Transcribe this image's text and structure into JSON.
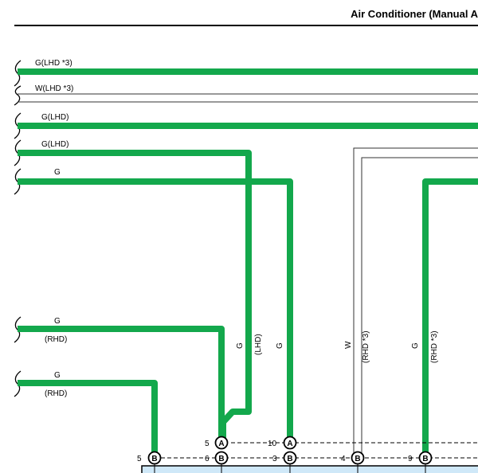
{
  "header": {
    "title": "Air Conditioner (Manual A"
  },
  "colors": {
    "green_wire": "#13a84c",
    "thin_wire": "#333333",
    "component_fill": "#cfe8f8"
  },
  "wires": {
    "w1": "G(LHD *3)",
    "w2": "W(LHD *3)",
    "w3": "G(LHD)",
    "w4": "G(LHD)",
    "w5": "G",
    "w6": "G",
    "w6_sub": "(RHD)",
    "w7": "G",
    "w7_sub": "(RHD)",
    "v_g_lhd": "G",
    "v_g_lhd_sub": "(LHD)",
    "v_g": "G",
    "v_w": "W",
    "v_w_sub": "(RHD *3)",
    "v_g_rhd": "G",
    "v_g_rhd_sub": "(RHD *3)"
  },
  "connectors": {
    "a_row": [
      {
        "pin": "5",
        "id": "A"
      },
      {
        "pin": "10",
        "id": "A"
      }
    ],
    "b_row": [
      {
        "pin": "5",
        "id": "B"
      },
      {
        "pin": "6",
        "id": "B"
      },
      {
        "pin": "3",
        "id": "B"
      },
      {
        "pin": "4",
        "id": "B"
      },
      {
        "pin": "9",
        "id": "B"
      }
    ]
  }
}
